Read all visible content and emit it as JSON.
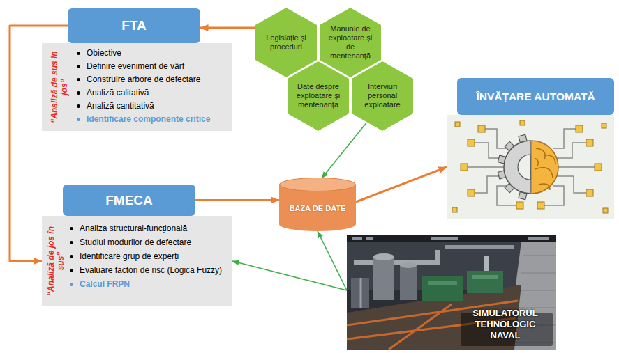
{
  "diagram": {
    "nodes": [
      {
        "text": [
          "FTA"
        ]
      },
      {
        "text": [
          "“Analiză de sus în jos”",
          "Obiective",
          "Definire eveniment de vârf",
          "Construire arbore de defectare",
          "Analiză calitativă",
          "Analiză cantitativă",
          "Identificare componente critice"
        ]
      },
      {
        "text": [
          "Legislație și proceduri"
        ]
      },
      {
        "text": [
          "Manuale de exploatare și de mentenanță"
        ]
      },
      {
        "text": [
          "Date despre exploatare și mentenanță"
        ]
      },
      {
        "text": [
          "Interviuri personal exploatare"
        ]
      },
      {
        "text": [
          "ÎNVĂȚARE AUTOMATĂ"
        ]
      },
      {
        "text": [
          "FMECA"
        ]
      },
      {
        "text": [
          "“Analiză de jos în sus”",
          "Analiza structural-funcțională",
          "Studiul modurilor de defectare",
          "Identificare grup de experți",
          "Evaluare factori de risc (Logica Fuzzy)",
          "Calcul FRPN"
        ]
      },
      {
        "text": [
          "BAZA DE DATE"
        ]
      },
      {
        "text": [
          "SIMULATORUL TEHNOLOGIC NAVAL"
        ]
      }
    ],
    "edges": [
      {
        "from": 2,
        "to": 0,
        "arrow": "to"
      },
      {
        "from": 0,
        "to": 8,
        "arrow": "to"
      },
      {
        "from": 7,
        "to": 9,
        "arrow": "to"
      },
      {
        "from": 9,
        "to": 6,
        "arrow": "to"
      },
      {
        "from": 5,
        "to": 9,
        "arrow": "to"
      },
      {
        "from": 10,
        "to": 9,
        "arrow": "to"
      },
      {
        "from": 10,
        "to": 8,
        "arrow": "to"
      }
    ]
  }
}
